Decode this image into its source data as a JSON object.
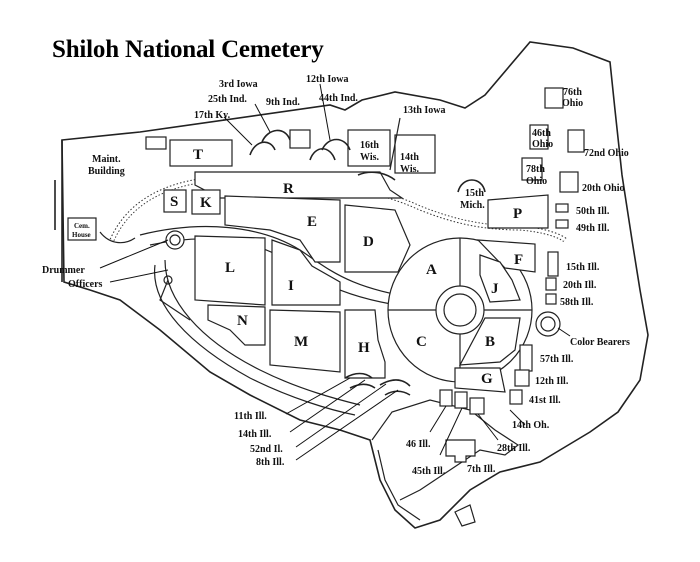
{
  "title": "Shiloh National Cemetery",
  "sections": [
    "T",
    "R",
    "S",
    "K",
    "E",
    "D",
    "L",
    "I",
    "A",
    "F",
    "J",
    "N",
    "M",
    "H",
    "C",
    "B",
    "G",
    "P"
  ],
  "buildings": {
    "maint": [
      "Maint.",
      "Building"
    ],
    "house": [
      "Cem.",
      "House"
    ]
  },
  "monuments": {
    "iowa3": "3rd Iowa",
    "ind25": "25th Ind.",
    "ind9": "9th Ind.",
    "iowa12": "12th Iowa",
    "ind44": "44th Ind.",
    "ky17": "17th Ky.",
    "iowa13": "13th Iowa",
    "wis16": [
      "16th",
      "Wis."
    ],
    "wis14": [
      "14th",
      "Wis."
    ],
    "mich15": [
      "15th",
      "Mich."
    ],
    "ohio76": [
      "76th",
      "Ohio"
    ],
    "ohio46": [
      "46th",
      "Ohio"
    ],
    "ohio72": "72nd Ohio",
    "ohio78": [
      "78th",
      "Ohio"
    ],
    "ohio20": "20th Ohio",
    "ill50": "50th Ill.",
    "ill49": "49th Ill.",
    "ill15": "15th Ill.",
    "ill20": "20th Ill.",
    "ill58": "58th Ill.",
    "color_bearers": "Color Bearers",
    "ill57": "57th Ill.",
    "ill12": "12th Ill.",
    "ill41": "41st Ill.",
    "oh14": "14th Oh.",
    "ill28": "28th Ill.",
    "ill46": "46 Ill.",
    "ill45": "45th Ill.",
    "ill7": "7th Ill.",
    "ill11": "11th Ill.",
    "ill14": "14th Ill.",
    "ill52": "52nd Il.",
    "ill8": "8th Ill.",
    "drummer": "Drummer",
    "officers": "Officers"
  }
}
